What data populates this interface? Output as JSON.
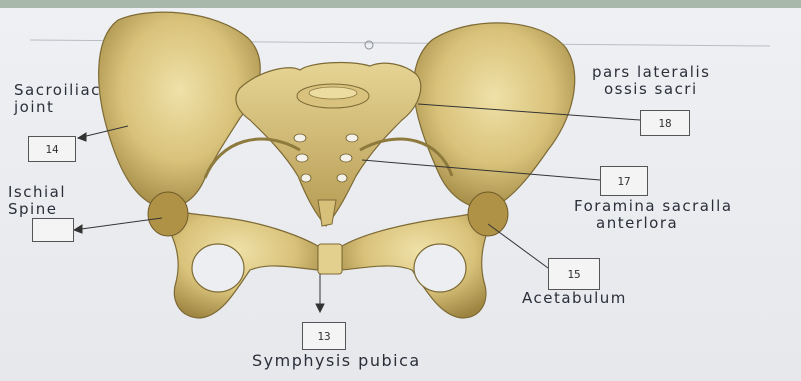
{
  "labels": {
    "sacroiliac": [
      "Sacroiliac",
      "joint"
    ],
    "ischial": [
      "Ischial",
      "Spine"
    ],
    "pars": [
      "pars lateralis",
      "ossis sacri"
    ],
    "foramina": [
      "Foramina sacralla",
      "anterlora"
    ],
    "acetabulum": "Acetabulum",
    "symphysis": "Symphysis pubica"
  },
  "boxes": {
    "b14": "14",
    "b18": "18",
    "b17": "17",
    "b15": "15",
    "b13": "13"
  }
}
